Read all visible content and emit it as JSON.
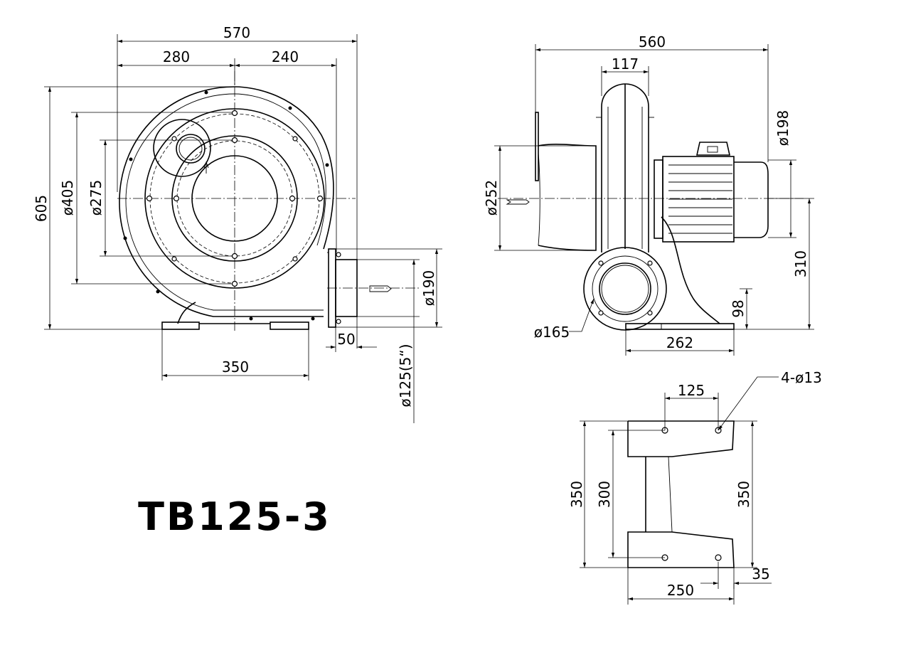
{
  "model": "TB125-3",
  "front_view": {
    "overall_width": "570",
    "left_width": "280",
    "right_width": "240",
    "overall_height": "605",
    "dia_outer": "ø405",
    "dia_inner": "ø275",
    "base_width": "350",
    "outlet_dia": "ø190",
    "outlet_len": "50",
    "outlet_pipe": "ø125(5“)"
  },
  "side_view": {
    "overall_width": "560",
    "housing_width": "117",
    "dia_252": "ø252",
    "dia_198": "ø198",
    "height_310": "310",
    "height_98": "98",
    "dia_165": "ø165",
    "base_262": "262"
  },
  "base_view": {
    "hole_spacing": "125",
    "holes": "4-ø13",
    "length_350_outer": "350",
    "length_300": "300",
    "length_350_right": "350",
    "width_250": "250",
    "offset_35": "35"
  }
}
